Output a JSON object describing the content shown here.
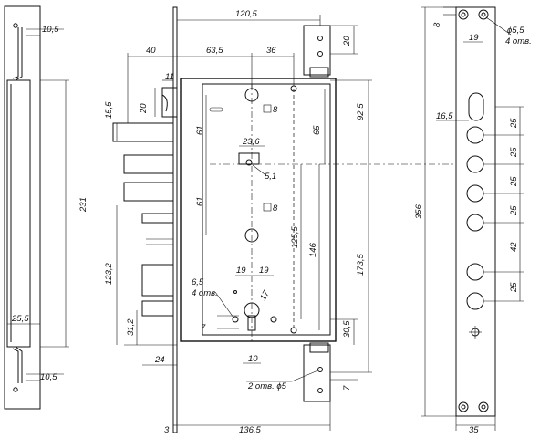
{
  "dimensions": {
    "d10_5_top": "10,5",
    "d231": "231",
    "d25_5": "25,5",
    "d10_5_bottom": "10,5",
    "d120_5": "120,5",
    "d40": "40",
    "d63_5": "63,5",
    "d36": "36",
    "d11": "11",
    "d20_slot": "20",
    "d15_5": "15,5",
    "d8_top": "8",
    "d61_top": "61",
    "d23_6": "23,6",
    "d5_1": "5,1",
    "d61_bottom": "61",
    "d8_bottom": "8",
    "d65": "65",
    "d92_5": "92,5",
    "d20_plate": "20",
    "d123_2": "123,2",
    "d31_2": "31,2",
    "d24": "24",
    "d6_5": "6,5",
    "holes4": "4 отв.",
    "d19_left": "19",
    "d19_right": "19",
    "d17": "17",
    "d7_left": "7",
    "d10_key": "10",
    "d125_5": "125,5",
    "d146": "146",
    "d173_5": "173,5",
    "d30_5": "30,5",
    "holes2_5": "2 отв. ϕ5",
    "d7_right": "7",
    "d3": "3",
    "d136_5": "136,5",
    "d8_front": "8",
    "d19_front": "19",
    "d5_5": "ϕ5,5",
    "holes4_front": "4 отв.",
    "d356": "356",
    "d16_5": "16,5",
    "d25_a": "25",
    "d25_b": "25",
    "d25_c": "25",
    "d25_d": "25",
    "d42": "42",
    "d25_e": "25",
    "d35": "35"
  }
}
